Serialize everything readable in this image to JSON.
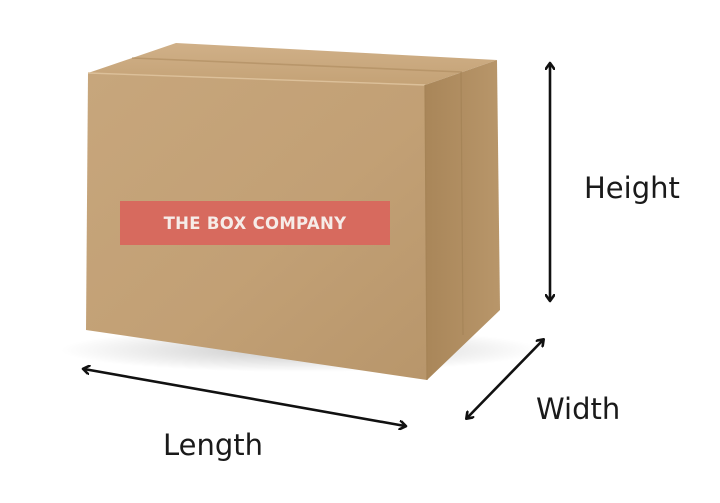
{
  "box": {
    "brand_label": "THE BOX COMPANY"
  },
  "dimensions": {
    "height_label": "Height",
    "width_label": "Width",
    "length_label": "Length"
  },
  "colors": {
    "cardboard_front": "#c4a379",
    "cardboard_side": "#ad8b5f",
    "cardboard_top": "#caa97f",
    "label_band": "#d76a5e",
    "label_text": "#f6ece8",
    "arrow": "#111111"
  }
}
